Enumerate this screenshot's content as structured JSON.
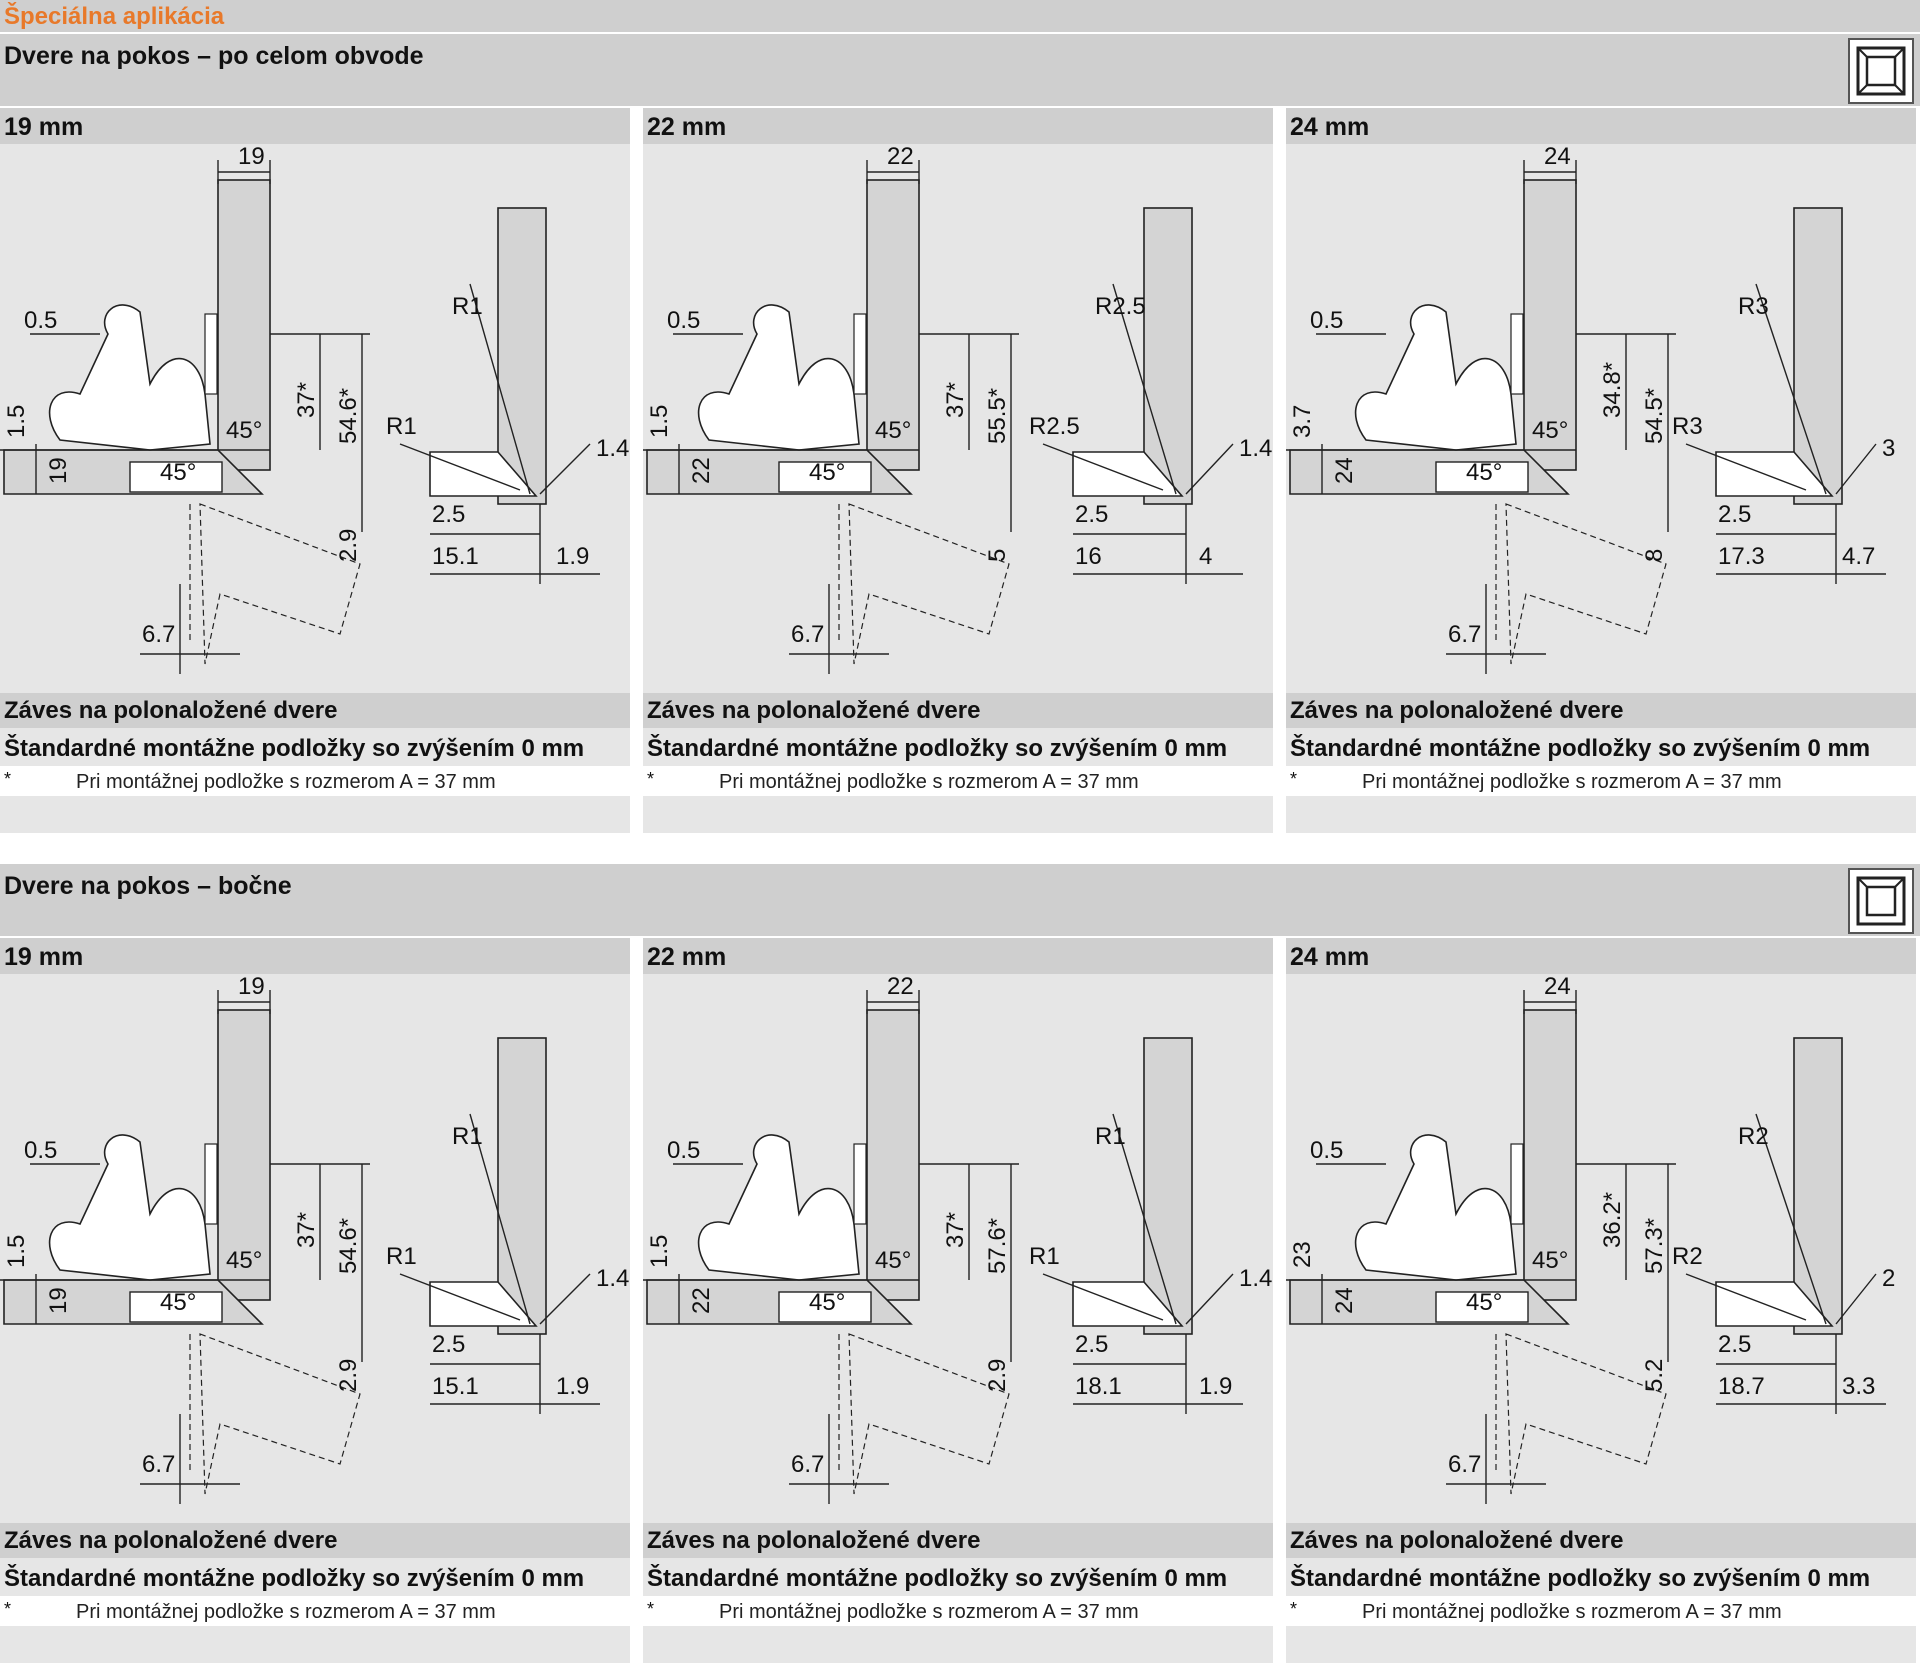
{
  "header": {
    "title": "Špeciálna aplikácia"
  },
  "sections": [
    {
      "title": "Dvere na pokos – po celom obvode",
      "panels": [
        {
          "label": "19 mm",
          "dims": [
            "19",
            "0.5",
            "1.5",
            "19",
            "45°",
            "45°",
            "37*",
            "54.6*",
            "2.9",
            "6.7",
            "R1",
            "R1",
            "1.4",
            "2.5",
            "15.1",
            "1.9"
          ],
          "caption1": "Záves na polonaložené dvere",
          "caption2": "Štandardné montážne podložky so zvýšením 0 mm",
          "footnote_mark": "*",
          "footnote": "Pri montážnej podložke s rozmerom A = 37 mm"
        },
        {
          "label": "22 mm",
          "dims": [
            "22",
            "0.5",
            "1.5",
            "22",
            "45°",
            "45°",
            "37*",
            "55.5*",
            "5",
            "6.7",
            "R2.5",
            "R2.5",
            "1.4",
            "2.5",
            "16",
            "4"
          ],
          "caption1": "Záves na polonaložené dvere",
          "caption2": "Štandardné montážne podložky so zvýšením 0 mm",
          "footnote_mark": "*",
          "footnote": "Pri montážnej podložke s rozmerom A = 37 mm"
        },
        {
          "label": "24 mm",
          "dims": [
            "24",
            "0.5",
            "3.7",
            "24",
            "45°",
            "45°",
            "34.8*",
            "54.5*",
            "8",
            "6.7",
            "R3",
            "R3",
            "3",
            "2.5",
            "17.3",
            "4.7"
          ],
          "caption1": "Záves na polonaložené dvere",
          "caption2": "Štandardné montážne podložky so zvýšením 0 mm",
          "footnote_mark": "*",
          "footnote": "Pri montážnej podložke s rozmerom A = 37 mm"
        }
      ]
    },
    {
      "title": "Dvere na pokos – bočne",
      "panels": [
        {
          "label": "19 mm",
          "dims": [
            "19",
            "0.5",
            "1.5",
            "19",
            "45°",
            "45°",
            "37*",
            "54.6*",
            "2.9",
            "6.7",
            "R1",
            "R1",
            "1.4",
            "2.5",
            "15.1",
            "1.9"
          ],
          "caption1": "Záves na polonaložené dvere",
          "caption2": "Štandardné montážne podložky so zvýšením 0 mm",
          "footnote_mark": "*",
          "footnote": "Pri montážnej podložke s rozmerom A = 37 mm"
        },
        {
          "label": "22 mm",
          "dims": [
            "22",
            "0.5",
            "1.5",
            "22",
            "45°",
            "45°",
            "37*",
            "57.6*",
            "2.9",
            "6.7",
            "R1",
            "R1",
            "1.4",
            "2.5",
            "18.1",
            "1.9"
          ],
          "caption1": "Záves na polonaložené dvere",
          "caption2": "Štandardné montážne podložky so zvýšením 0 mm",
          "footnote_mark": "*",
          "footnote": "Pri montážnej podložke s rozmerom A = 37 mm"
        },
        {
          "label": "24 mm",
          "dims": [
            "24",
            "0.5",
            "23",
            "24",
            "45°",
            "45°",
            "36.2*",
            "57.3*",
            "5.2",
            "6.7",
            "R2",
            "R2",
            "2",
            "2.5",
            "18.7",
            "3.3"
          ],
          "caption1": "Záves na polonaložené dvere",
          "caption2": "Štandardné montážne podložky so zvýšením 0 mm",
          "footnote_mark": "*",
          "footnote": "Pri montážnej podložke s rozmerom A = 37 mm"
        }
      ]
    }
  ]
}
